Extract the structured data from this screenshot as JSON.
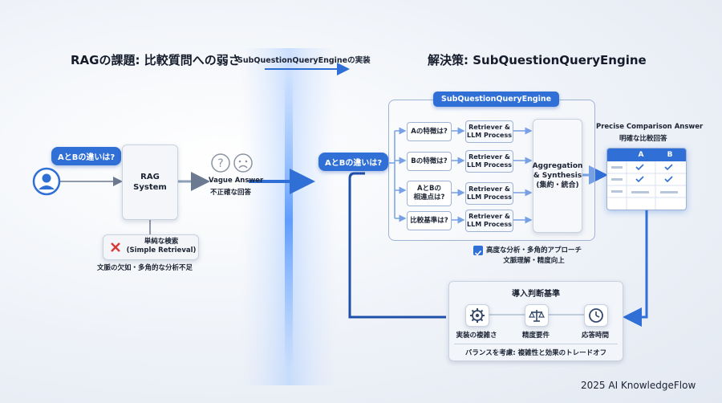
{
  "left": {
    "title": "RAGの課題: 比較質問への弱さ",
    "question_bubble": "AとBの違いは?",
    "rag_system": "RAG\nSystem",
    "vague_answer": "Vague Answer",
    "vague_answer_jp": "不正確な回答",
    "retrieval_label": "単純な検索\n(Simple Retrieval)",
    "retrieval_note": "文脈の欠如・多角的な分析不足"
  },
  "middle": {
    "label": "SubQuestionQueryEngineの実装"
  },
  "right": {
    "title": "解決策: SubQuestionQueryEngine",
    "engine_label": "SubQuestionQueryEngine",
    "question_bubble": "AとBの違いは?",
    "sub_questions": [
      "Aの特徴は?",
      "Bの特徴は?",
      "AとBの\n相違点は?",
      "比較基準は?"
    ],
    "retriever_label": "Retriever &\nLLM Process",
    "aggregation": "Aggregation\n& Synthesis\n(集約・統合)",
    "answer_title": "Precise Comparison Answer",
    "answer_title_jp": "明確な比較回答",
    "table_headers": [
      "A",
      "B"
    ],
    "benefit": "高度な分析・多角的アプローチ\n文脈理解・精度向上"
  },
  "criteria": {
    "title": "導入判断基準",
    "items": [
      {
        "label": "実装の複雑さ",
        "icon": "gear-icon"
      },
      {
        "label": "精度要件",
        "icon": "scale-icon"
      },
      {
        "label": "応答時間",
        "icon": "clock-icon"
      }
    ],
    "footer": "バランスを考慮: 複雑性と効果のトレードオフ"
  },
  "footer": {
    "copyright": "2025 AI KnowledgeFlow"
  },
  "colors": {
    "accent": "#2f6fd6",
    "accent_dark": "#1f4fa8"
  }
}
